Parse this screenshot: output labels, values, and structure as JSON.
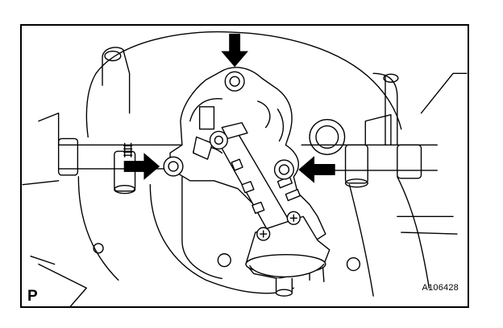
{
  "figure": {
    "corner_letter": "P",
    "figure_code": "A106428"
  },
  "callouts": {
    "arrow_count": 3,
    "arrows": [
      "top-bolt-arrow",
      "left-bolt-arrow",
      "right-bolt-arrow"
    ]
  },
  "colors": {
    "line": "#000000",
    "background": "#ffffff"
  }
}
